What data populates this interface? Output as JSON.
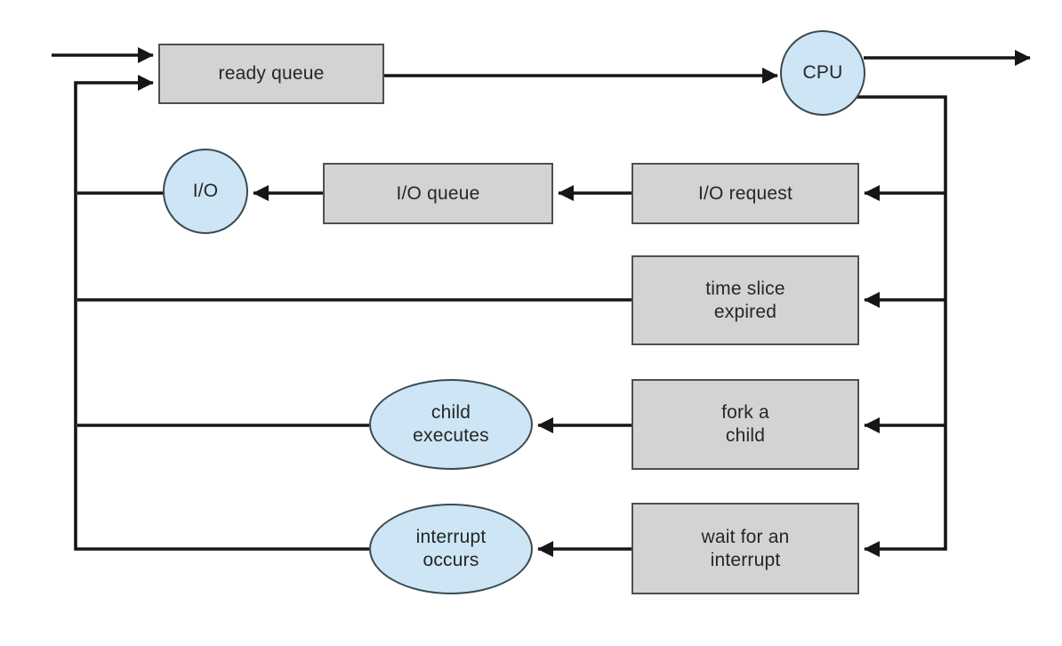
{
  "diagram": {
    "type": "flow-diagram",
    "subject": "process-scheduling-queueing-diagram",
    "colors": {
      "background": "#ffffff",
      "node_queue_fill": "#d3d3d3",
      "node_queue_border": "#4f4f4f",
      "node_resource_fill": "#cde5f5",
      "node_resource_border": "#3a4a52",
      "line_color": "#161616",
      "text_color": "#262626"
    },
    "nodes": [
      {
        "id": "ready_queue",
        "shape": "rect",
        "lines": [
          "ready queue"
        ]
      },
      {
        "id": "cpu",
        "shape": "circle",
        "lines": [
          "CPU"
        ]
      },
      {
        "id": "io",
        "shape": "circle",
        "lines": [
          "I/O"
        ]
      },
      {
        "id": "io_queue",
        "shape": "rect",
        "lines": [
          "I/O queue"
        ]
      },
      {
        "id": "io_request",
        "shape": "rect",
        "lines": [
          "I/O request"
        ]
      },
      {
        "id": "time_slice",
        "shape": "rect",
        "lines": [
          "time slice",
          "expired"
        ]
      },
      {
        "id": "fork_child",
        "shape": "rect",
        "lines": [
          "fork a",
          "child"
        ]
      },
      {
        "id": "child_executes",
        "shape": "ellipse",
        "lines": [
          "child",
          "executes"
        ]
      },
      {
        "id": "wait_interrupt",
        "shape": "rect",
        "lines": [
          "wait for an",
          "interrupt"
        ]
      },
      {
        "id": "interrupt_occurs",
        "shape": "ellipse",
        "lines": [
          "interrupt",
          "occurs"
        ]
      }
    ],
    "edges": [
      {
        "from": "external",
        "to": "ready_queue"
      },
      {
        "from": "ready_queue",
        "to": "cpu"
      },
      {
        "from": "cpu",
        "to": "external"
      },
      {
        "from": "cpu",
        "to": "io_request"
      },
      {
        "from": "cpu",
        "to": "time_slice"
      },
      {
        "from": "cpu",
        "to": "fork_child"
      },
      {
        "from": "cpu",
        "to": "wait_interrupt"
      },
      {
        "from": "io_request",
        "to": "io_queue"
      },
      {
        "from": "io_queue",
        "to": "io"
      },
      {
        "from": "io",
        "to": "ready_queue"
      },
      {
        "from": "time_slice",
        "to": "ready_queue"
      },
      {
        "from": "fork_child",
        "to": "child_executes"
      },
      {
        "from": "child_executes",
        "to": "ready_queue"
      },
      {
        "from": "wait_interrupt",
        "to": "interrupt_occurs"
      },
      {
        "from": "interrupt_occurs",
        "to": "ready_queue"
      }
    ]
  }
}
